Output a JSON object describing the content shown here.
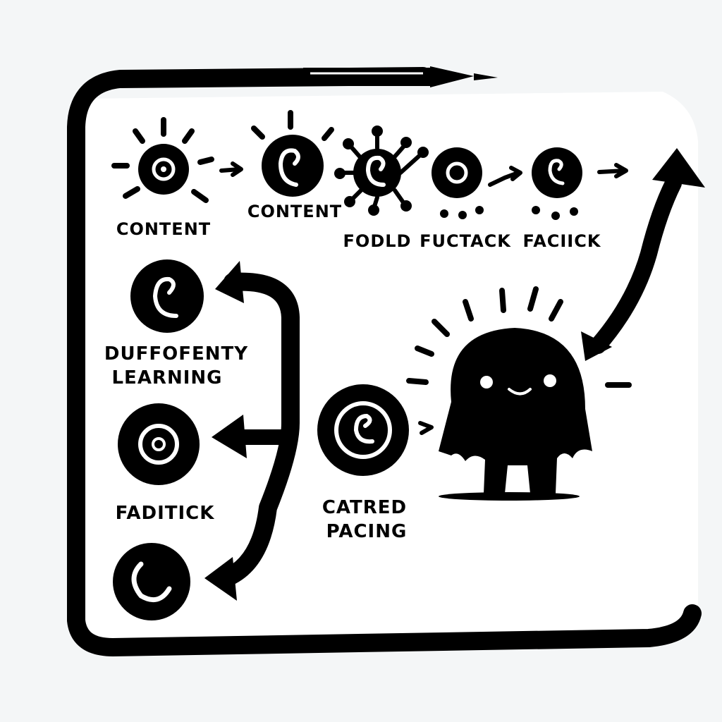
{
  "colors": {
    "ink": "#000000",
    "paper": "#ffffff",
    "background": "#f4f6f7"
  },
  "icons": {
    "pencil": "pencil-icon",
    "mascot": "blob-mascot-icon",
    "nodes": [
      "sun-icon",
      "spiral-icon",
      "virus-icon",
      "target-icon",
      "spiral-icon",
      "spiral-icon",
      "target-icon",
      "spiral-icon",
      "spiral-icon"
    ]
  },
  "top_row": {
    "labels": [
      "CONTENT",
      "CONTENT",
      "FODLD",
      "FUCTACK",
      "FACIICK"
    ]
  },
  "left_column": {
    "labels": [
      "DUFFOFENTY",
      "LEARNING",
      "FADITICK"
    ]
  },
  "middle": {
    "labels": [
      "CATRED",
      "PACING"
    ]
  }
}
